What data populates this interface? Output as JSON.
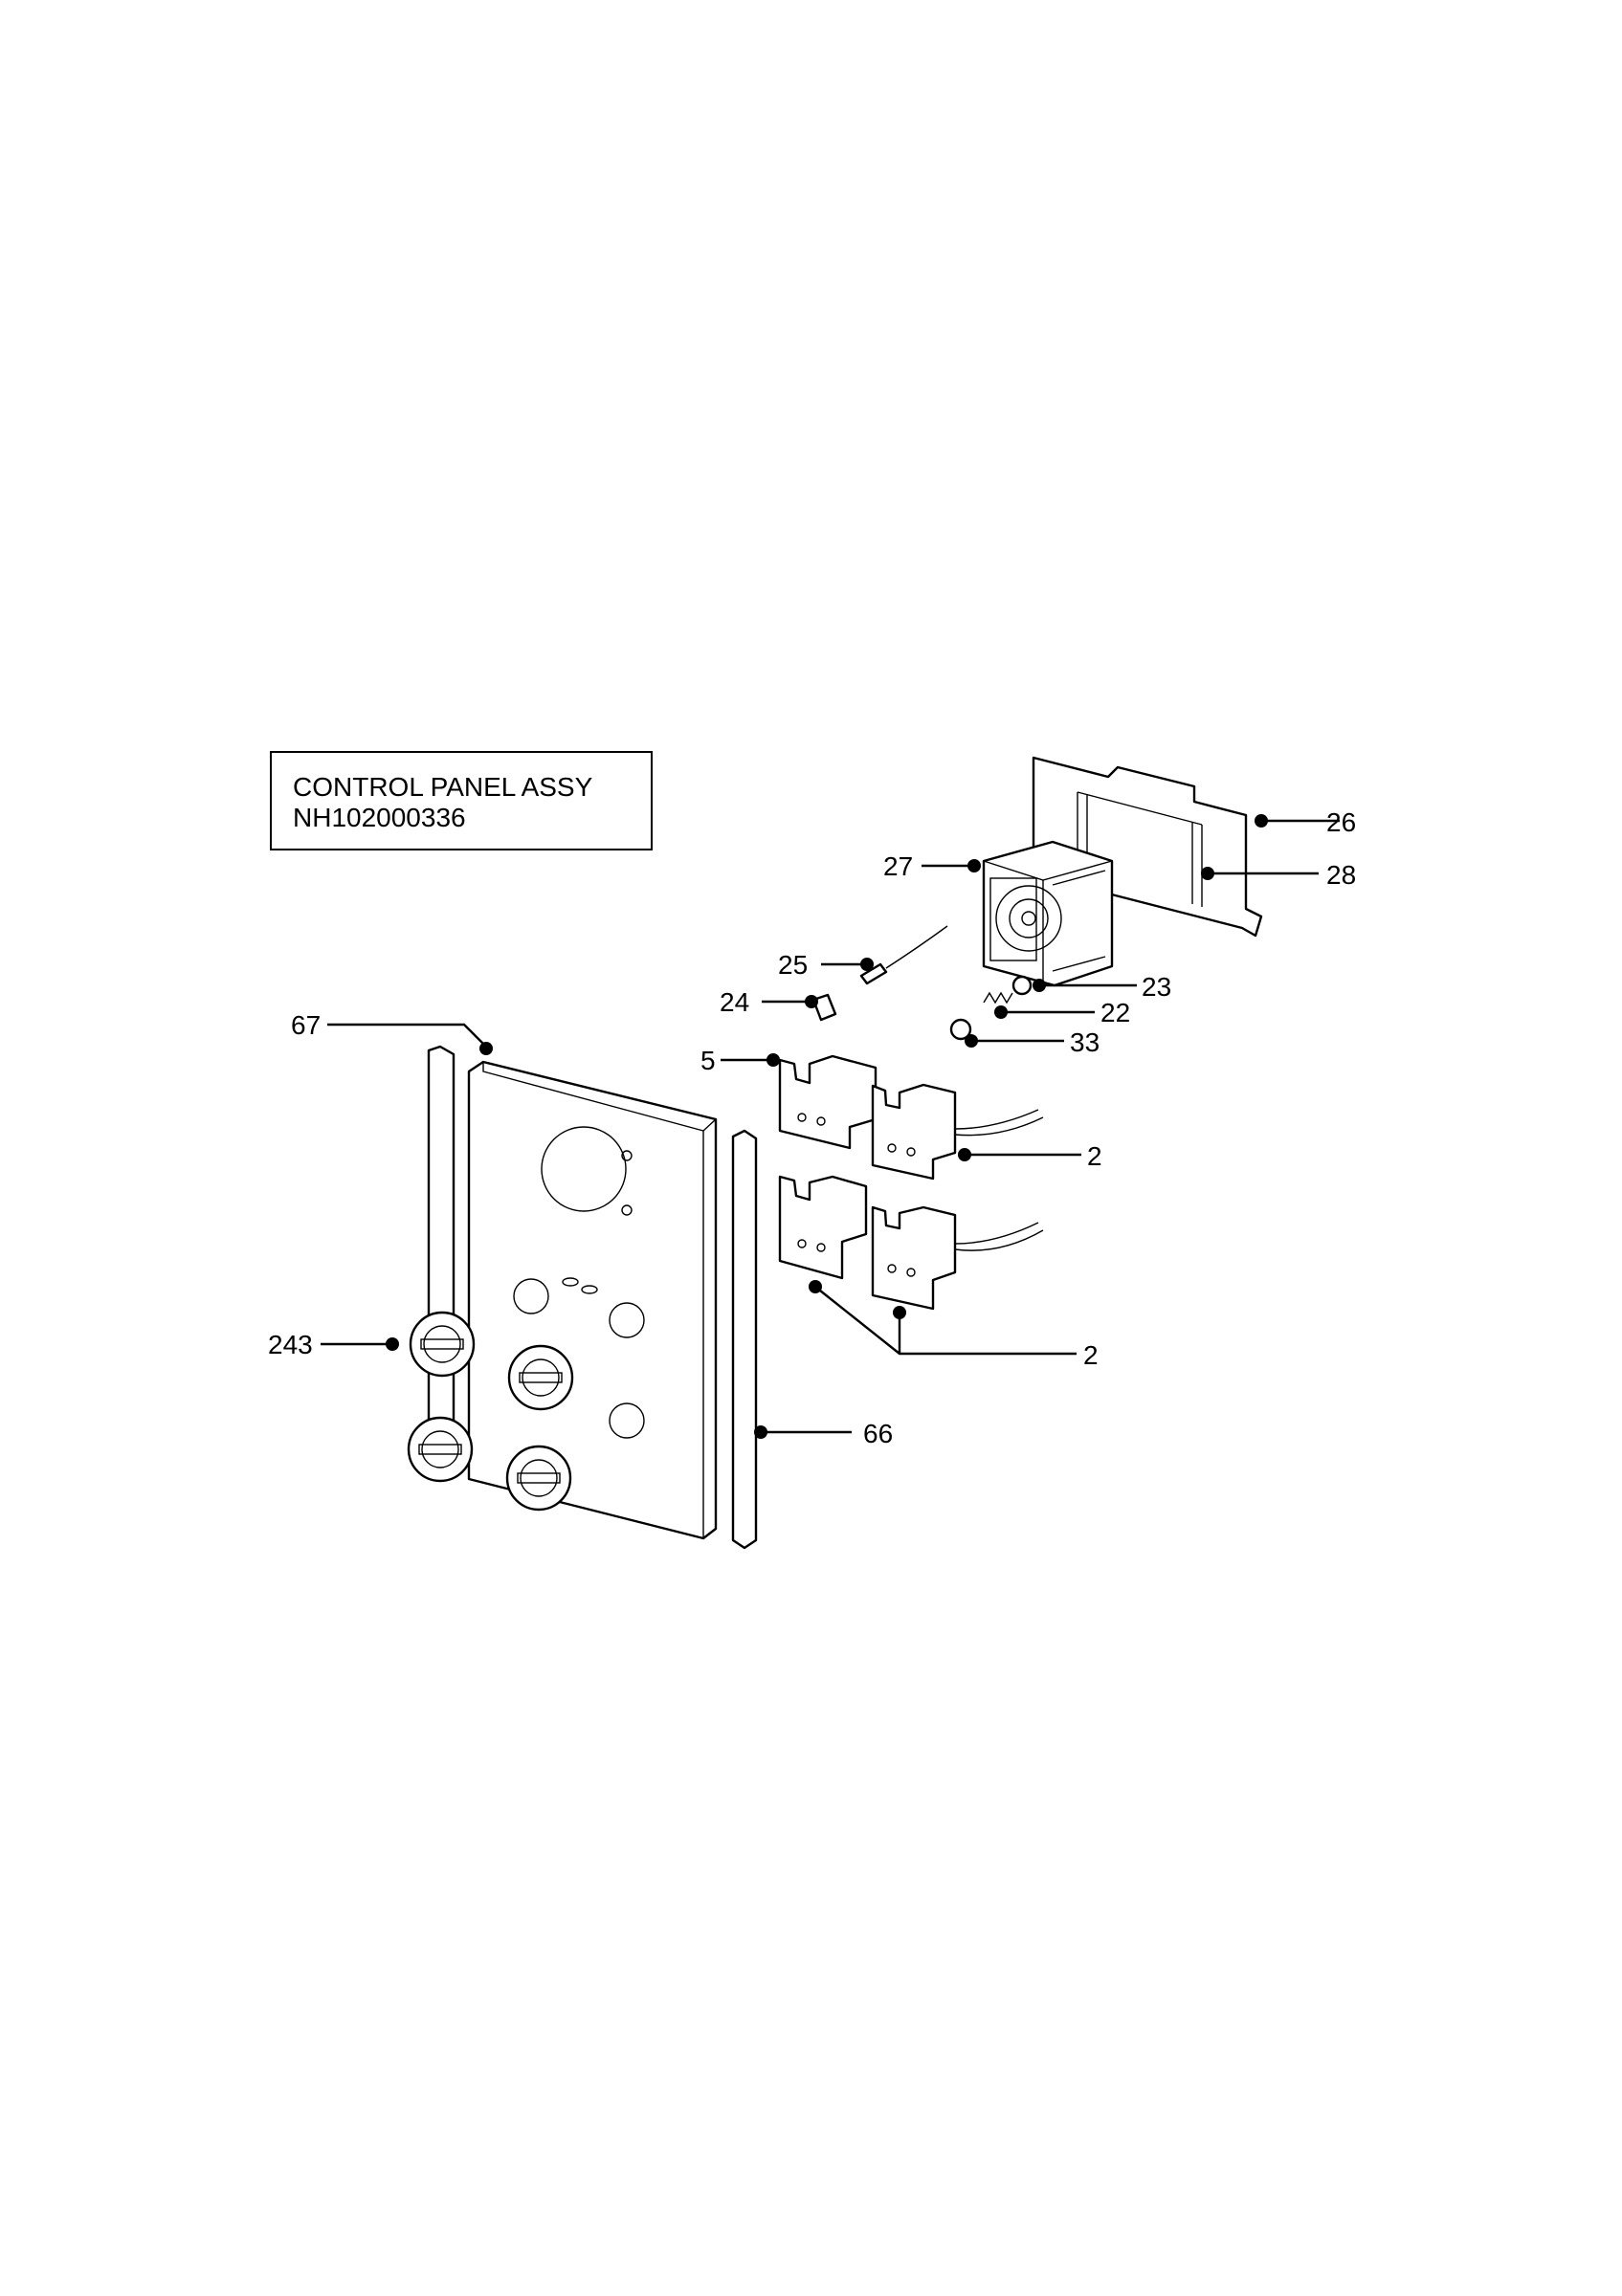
{
  "title_block": {
    "name": "CONTROL PANEL ASSY",
    "code": "NH102000336"
  },
  "callouts": {
    "c26": "26",
    "c27": "27",
    "c28": "28",
    "c25": "25",
    "c23": "23",
    "c24": "24",
    "c22": "22",
    "c33": "33",
    "c67": "67",
    "c5": "5",
    "c2a": "2",
    "c2b": "2",
    "c243": "243",
    "c66": "66"
  }
}
